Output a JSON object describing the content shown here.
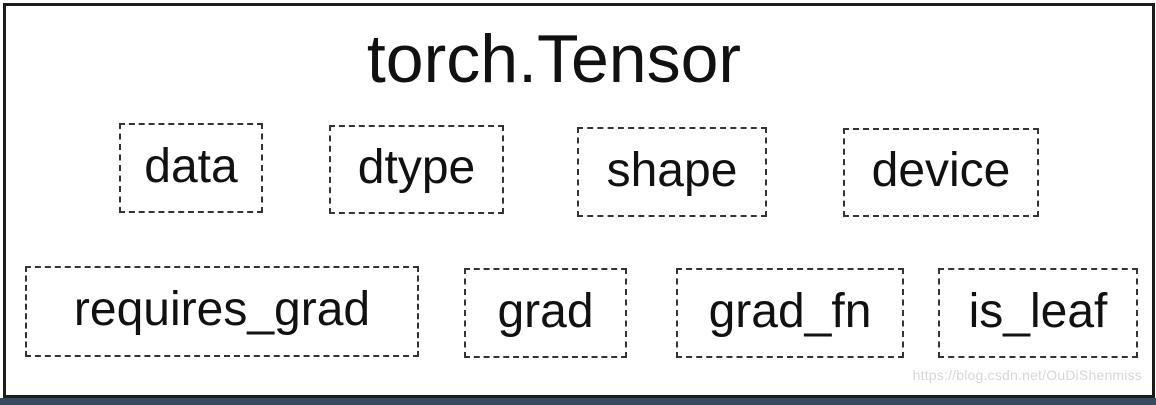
{
  "diagram": {
    "title": "torch.Tensor",
    "attributes_row1": [
      "data",
      "dtype",
      "shape",
      "device"
    ],
    "attributes_row2": [
      "requires_grad",
      "grad",
      "grad_fn",
      "is_leaf"
    ]
  },
  "watermark": "https://blog.csdn.net/OuDiShenmiss",
  "colors": {
    "border": "#1c1c1c",
    "dashed_border": "#333333",
    "text": "#111111",
    "background": "#ffffff",
    "bottom_strip": "#3a4a5e"
  }
}
